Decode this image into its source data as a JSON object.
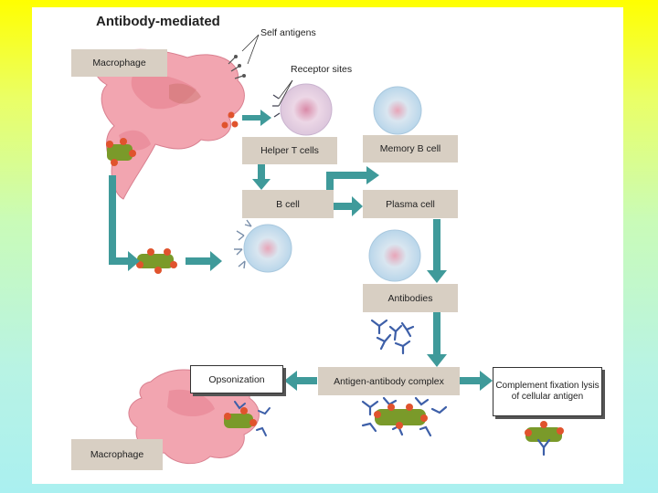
{
  "title": "Antibody-mediated",
  "callouts": {
    "self_antigens": "Self antigens",
    "receptor_sites": "Receptor sites"
  },
  "labels": {
    "macrophage_top": "Macrophage",
    "helper_t_cells": "Helper T cells",
    "memory_b_cell": "Memory B cell",
    "b_cell": "B cell",
    "plasma_cell": "Plasma cell",
    "antibodies": "Antibodies",
    "antigen_antibody_complex": "Antigen-antibody complex",
    "opsonization": "Opsonization",
    "complement_fixation": "Complement fixation lysis of cellular antigen",
    "macrophage_bottom": "Macrophage"
  },
  "colors": {
    "background_top": "#ffff00",
    "background_bottom": "#aaf0f0",
    "arrow": "#3f9a9a",
    "label_box": "#d8cfc3",
    "macrophage": "#f2a5b0",
    "cell": "#cfe3f0",
    "antigen": "#7a9a2a",
    "antibody": "#3d5fa8"
  }
}
